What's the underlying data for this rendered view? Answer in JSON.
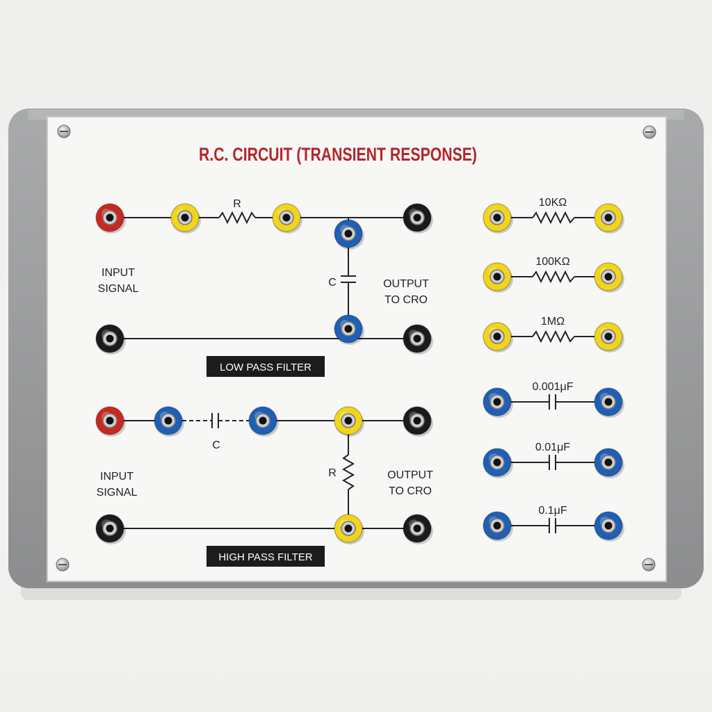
{
  "panel": {
    "title": "R.C. CIRCUIT (TRANSIENT RESPONSE)",
    "colors": {
      "title": "#b3262b",
      "frame": "#9a9b9c",
      "face": "#f7f7f6",
      "red": "#c8281f",
      "yellow": "#f2d51a",
      "blue": "#1f5fb5",
      "black": "#1b1b1b"
    }
  },
  "low_pass": {
    "resistor_label": "R",
    "capacitor_label": "C",
    "input_label": "INPUT\nSIGNAL",
    "output_label": "OUTPUT\nTO CRO",
    "badge": "LOW PASS FILTER"
  },
  "high_pass": {
    "capacitor_label": "C",
    "resistor_label": "R",
    "input_label": "INPUT\nSIGNAL",
    "output_label": "OUTPUT\nTO CRO",
    "badge": "HIGH PASS FILTER"
  },
  "components": [
    {
      "type": "resistor",
      "value": "10KΩ",
      "color": "yellow"
    },
    {
      "type": "resistor",
      "value": "100KΩ",
      "color": "yellow"
    },
    {
      "type": "resistor",
      "value": "1MΩ",
      "color": "yellow"
    },
    {
      "type": "capacitor",
      "value": "0.001μF",
      "color": "blue"
    },
    {
      "type": "capacitor",
      "value": "0.01μF",
      "color": "blue"
    },
    {
      "type": "capacitor",
      "value": "0.1μF",
      "color": "blue"
    }
  ]
}
